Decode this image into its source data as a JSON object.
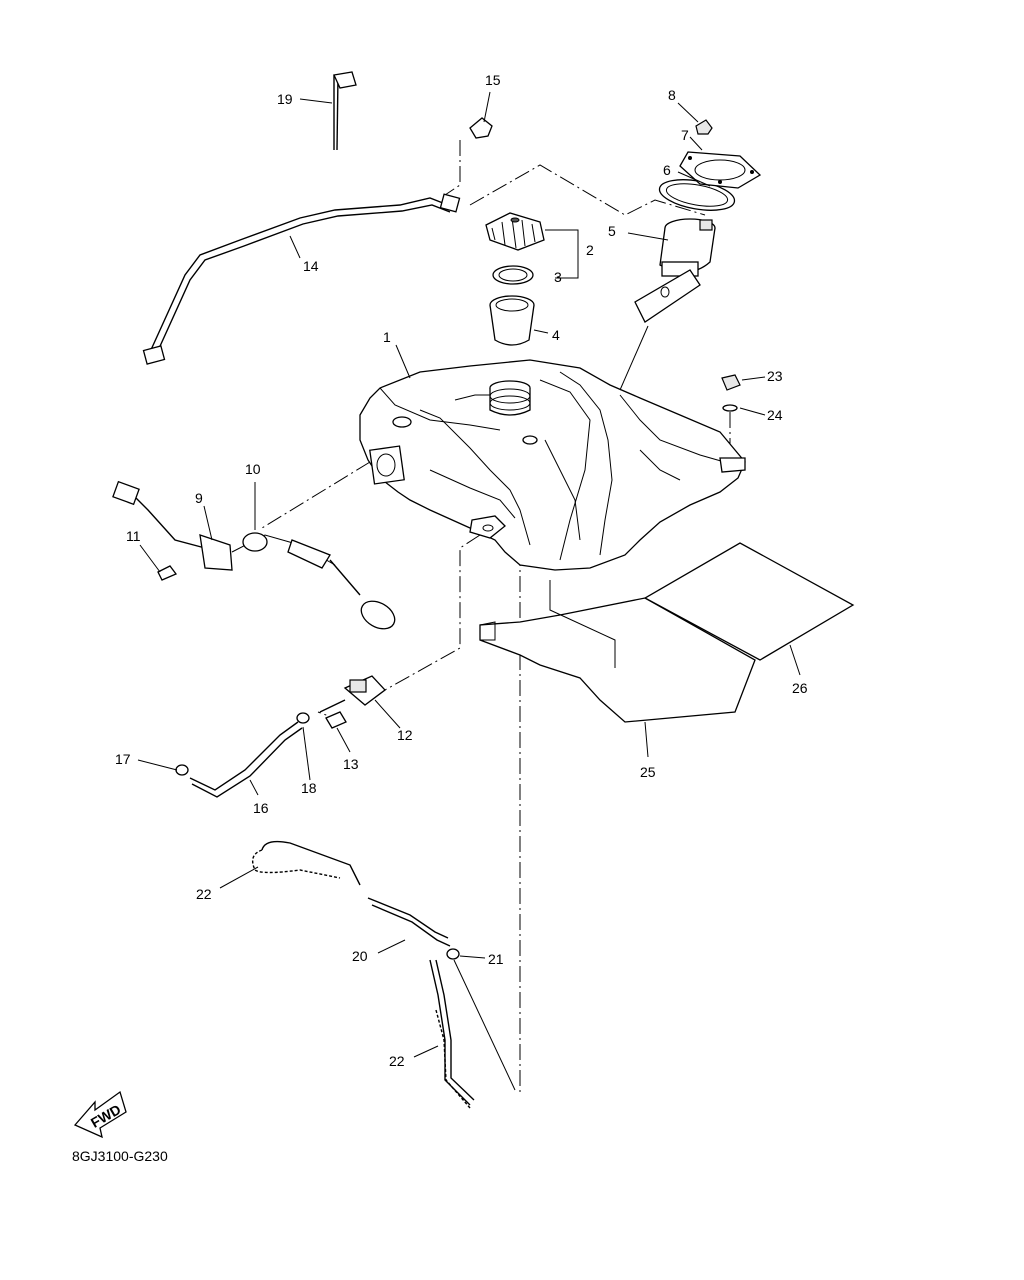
{
  "diagram": {
    "code": "8GJ3100-G230",
    "fwd_label": "FWD",
    "callouts": [
      "1",
      "2",
      "3",
      "4",
      "5",
      "6",
      "7",
      "8",
      "9",
      "10",
      "11",
      "12",
      "13",
      "14",
      "15",
      "16",
      "17",
      "18",
      "19",
      "20",
      "21",
      "22",
      "22",
      "23",
      "24",
      "25",
      "26"
    ]
  }
}
